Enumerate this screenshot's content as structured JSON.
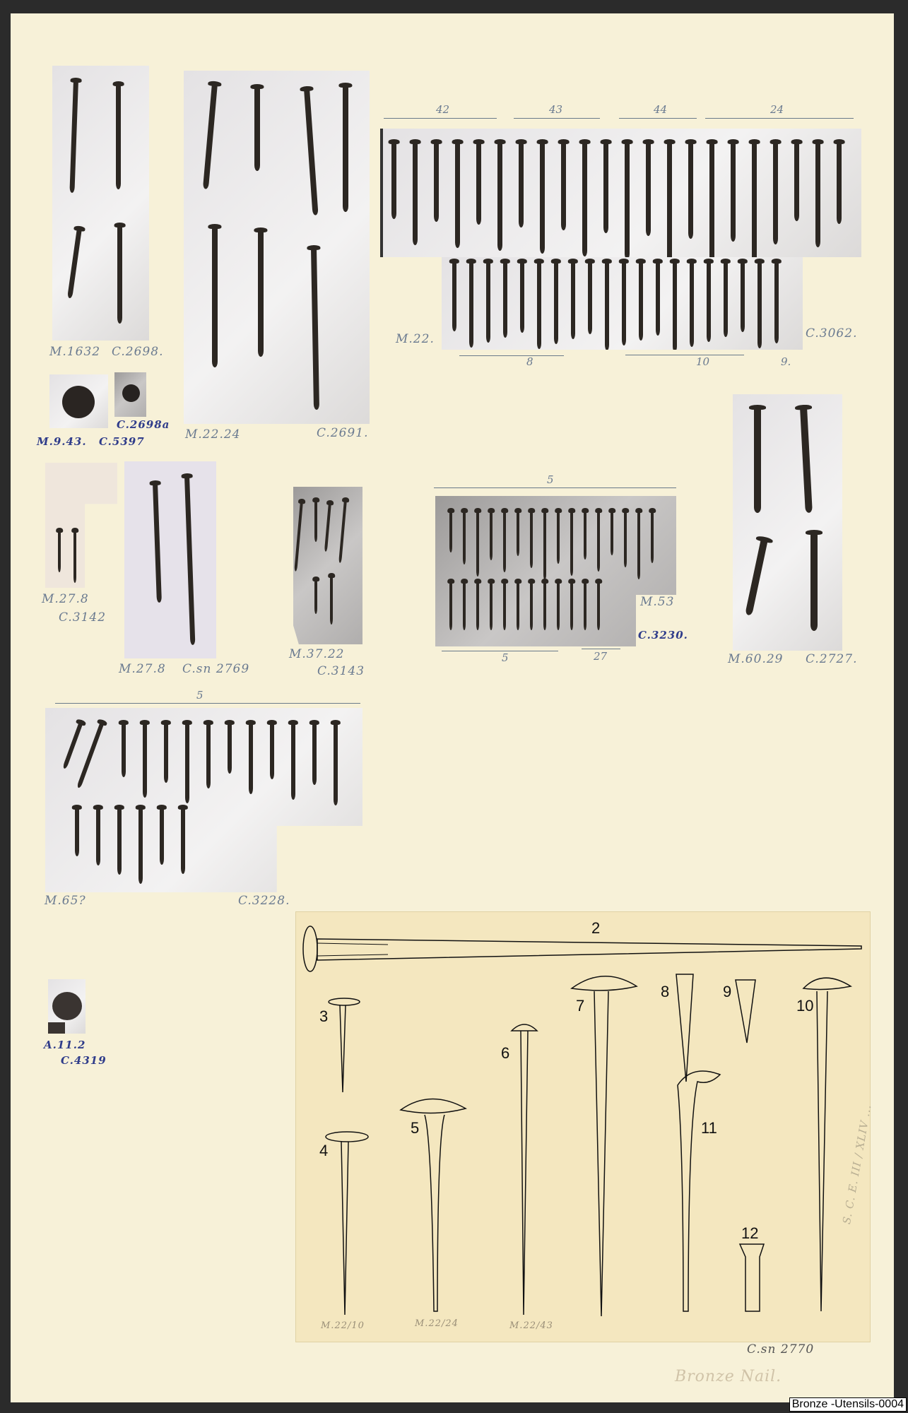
{
  "plate": {
    "tag": "Bronze -Utensils-0004",
    "caption": "Bronze Nail.",
    "catalogue_ref": "C.sn 2770",
    "side_note": "S. C. E. III / XLIV ..."
  },
  "photos": [
    {
      "id": "p1",
      "labels": [
        "M.1632",
        "C.2698."
      ]
    },
    {
      "id": "p2",
      "labels": [
        "M.22.24",
        "C.2691."
      ]
    },
    {
      "id": "p3",
      "labels": [
        "M.9.43.",
        "C.5397"
      ]
    },
    {
      "id": "p4",
      "labels": [
        "C.2698a"
      ]
    },
    {
      "id": "p5",
      "labels": [
        "M.22.",
        "C.3062."
      ],
      "scales_top": [
        "42",
        "43",
        "44",
        "24"
      ],
      "scales_bottom": [
        "8",
        "10",
        "9."
      ]
    },
    {
      "id": "p6",
      "labels": [
        "M.27.8",
        "C.3142"
      ]
    },
    {
      "id": "p7",
      "labels": [
        "M.27.8",
        "C.sn 2769"
      ]
    },
    {
      "id": "p8",
      "labels": [
        "M.37.22",
        "C.3143"
      ]
    },
    {
      "id": "p9",
      "labels": [
        "M.53",
        "C.3230."
      ],
      "scales_top": [
        "5"
      ],
      "scales_bottom": [
        "5",
        "27"
      ]
    },
    {
      "id": "p10",
      "labels": [
        "M.60.29",
        "C.2727."
      ]
    },
    {
      "id": "p11",
      "labels": [
        "M.65?",
        "C.3228."
      ],
      "scales_top": [
        "5"
      ]
    },
    {
      "id": "p12",
      "labels": [
        "A.11.2",
        "C.4319"
      ]
    }
  ],
  "drawing": {
    "figures": [
      "2",
      "3",
      "4",
      "5",
      "6",
      "7",
      "8",
      "9",
      "10",
      "11",
      "12"
    ],
    "refs": [
      "M.22/10",
      "M.22/24",
      "M.22/43"
    ]
  }
}
